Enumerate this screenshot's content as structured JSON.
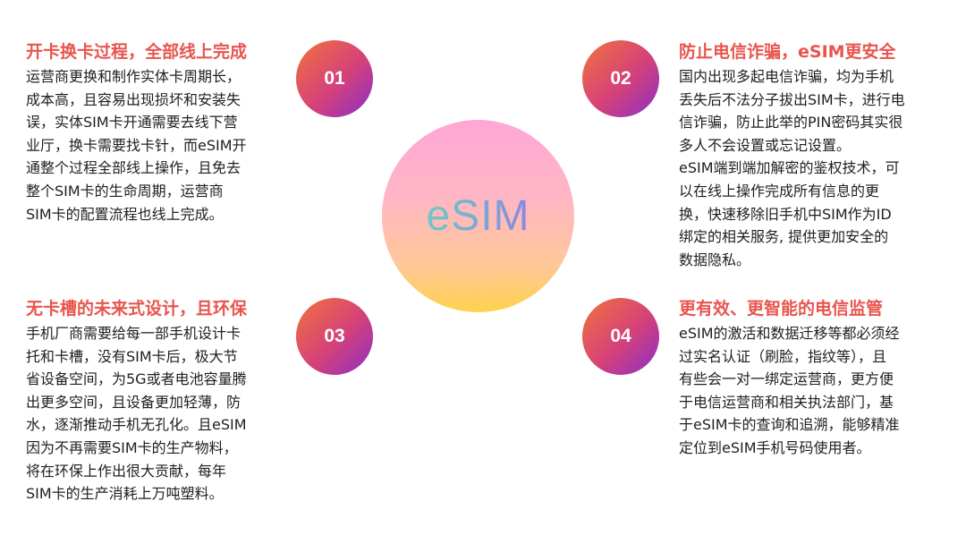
{
  "center": {
    "label": "eSIM"
  },
  "sections": [
    {
      "number": "01",
      "title": "开卡换卡过程，全部线上完成",
      "lines": [
        "运营商更换和制作实体卡周期长，",
        "成本高，且容易出现损坏和安装失",
        "误，实体SIM卡开通需要去线下营",
        "业厅，换卡需要找卡针，而eSIM开",
        "通整个过程全部线上操作，且免去",
        "整个SIM卡的生命周期，运营商",
        "SIM卡的配置流程也线上完成。"
      ]
    },
    {
      "number": "02",
      "title": "防止电信诈骗，eSIM更安全",
      "lines": [
        "国内出现多起电信诈骗，均为手机",
        "丢失后不法分子拔出SIM卡，进行电",
        "信诈骗，防止此举的PIN密码其实很",
        "多人不会设置或忘记设置。",
        "eSIM端到端加解密的鉴权技术，可",
        "以在线上操作完成所有信息的更",
        "换，快速移除旧手机中SIM作为ID",
        "绑定的相关服务, 提供更加安全的",
        "数据隐私。"
      ]
    },
    {
      "number": "03",
      "title": "无卡槽的未来式设计，且环保",
      "lines": [
        "手机厂商需要给每一部手机设计卡",
        "托和卡槽，没有SIM卡后，极大节",
        "省设备空间，为5G或者电池容量腾",
        "出更多空间，且设备更加轻薄，防",
        "水，逐渐推动手机无孔化。且eSIM",
        "因为不再需要SIM卡的生产物料，",
        "将在环保上作出很大贡献，每年",
        "SIM卡的生产消耗上万吨塑料。"
      ]
    },
    {
      "number": "04",
      "title": "更有效、更智能的电信监管",
      "lines": [
        "eSIM的激活和数据迁移等都必须经",
        "过实名认证（刷脸，指纹等），且",
        "有些会一对一绑定运营商，更方便",
        "于电信运营商和相关执法部门，基",
        "于eSIM卡的查询和追溯，能够精准",
        "定位到eSIM手机号码使用者。"
      ]
    }
  ]
}
